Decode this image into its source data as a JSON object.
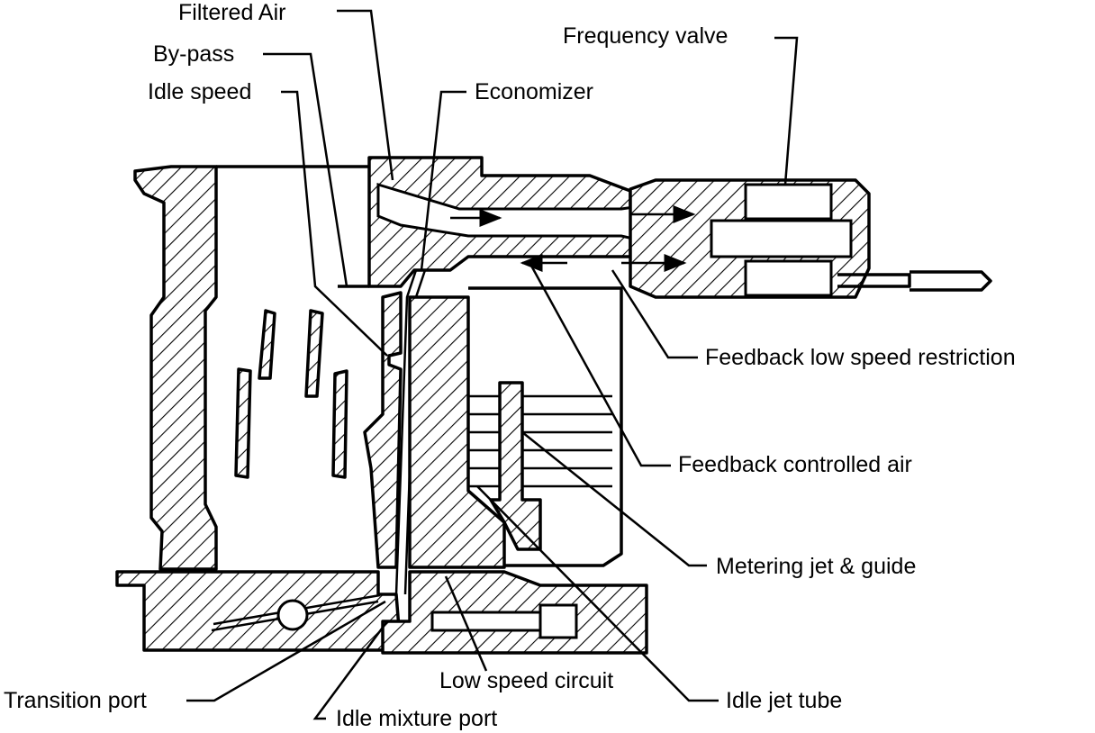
{
  "labels": {
    "filtered_air": "Filtered Air",
    "by_pass": "By-pass",
    "idle_speed": "Idle speed",
    "economizer": "Economizer",
    "frequency_valve": "Frequency valve",
    "feedback_low_speed_restriction": "Feedback low speed restriction",
    "feedback_controlled_air": "Feedback controlled air",
    "metering_jet_guide": "Metering jet & guide",
    "low_speed_circuit": "Low speed circuit",
    "idle_jet_tube": "Idle jet tube",
    "transition_port": "Transition port",
    "idle_mixture_port": "Idle mixture port"
  },
  "colors": {
    "ink": "#000000",
    "paper": "#ffffff"
  }
}
